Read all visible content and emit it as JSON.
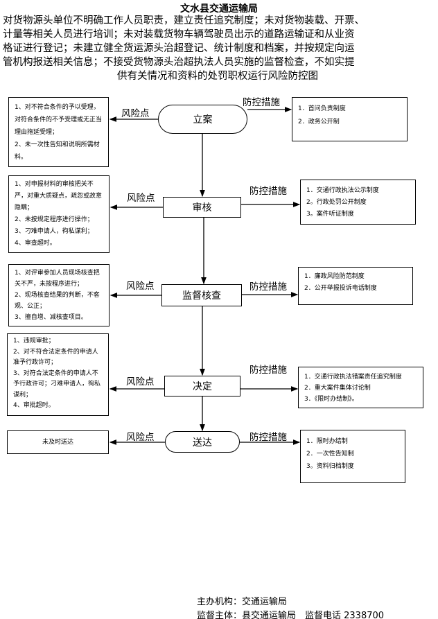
{
  "title": "文水县交通运输局",
  "description": {
    "lines": [
      "对货物源头单位不明确工作人员职责，建立责任追究制度；未对货物装载、开票、",
      "计量等相关人员进行培训；未对装载货物车辆驾驶员出示的道路运输证和从业资",
      "格证进行登记；未建立健全货运源头治超登记、统计制度和档案，并按规定向运",
      "管机构报送相关信息；不接受货物源头治超执法人员实施的监督检查，不如实提"
    ],
    "last": "供有关情况和资料的处罚职权运行风险防控图"
  },
  "labels": {
    "risk": "风险点",
    "control": "防控措施"
  },
  "steps": [
    {
      "name": "立案",
      "risks": [
        "1、对不符合条件的予以受理，对符合条件的不予受理或无正当理由拖延受理；",
        "2、未一次性告知和说明所需材料。"
      ],
      "controls": [
        "1．首问负责制度",
        "2．政务公开制"
      ]
    },
    {
      "name": "审核",
      "risks": [
        "1、对申报材料的审核把关不严，对重大质疑点，疏忽或故意隐瞒；",
        "2、未按规定程序进行操作；",
        "3、刁难申请人，徇私谋利；",
        "4、审查超时。"
      ],
      "controls": [
        "1．交通行政执法公示制度",
        "2。行政处罚公开制度",
        "3。案件听证制度"
      ]
    },
    {
      "name": "监督核查",
      "risks": [
        "1、对评审参加人员现场核查把关不严，未按程序进行；",
        "2、现场核查结果的判断，不客观、公正；",
        "3、擅自增、减核查项目。"
      ],
      "controls": [
        "1．廉政风险防范制度",
        "2．公开举报投诉电话制度"
      ]
    },
    {
      "name": "决定",
      "risks": [
        "1、违规审批；",
        "2、对不符合法定条件的申请人准予行政许可；",
        "3、对符合法定条件的申请人不予行政许可；刁难申请人，徇私谋利；",
        "4、审批超时。"
      ],
      "controls": [
        "1．交通行政执法错案责任追究制度",
        "2．重大案件集体讨论制",
        "3．《限时办结制》。"
      ]
    },
    {
      "name": "送达",
      "risks": [
        "未及时送达"
      ],
      "controls": [
        "1．限时办结制",
        "2．一次性告知制",
        "3。资料归档制度"
      ]
    }
  ],
  "footer": {
    "host": "主办机构：交通运输局",
    "supervisor": "监督主体：县交通运输局　监督电话  2338700"
  }
}
